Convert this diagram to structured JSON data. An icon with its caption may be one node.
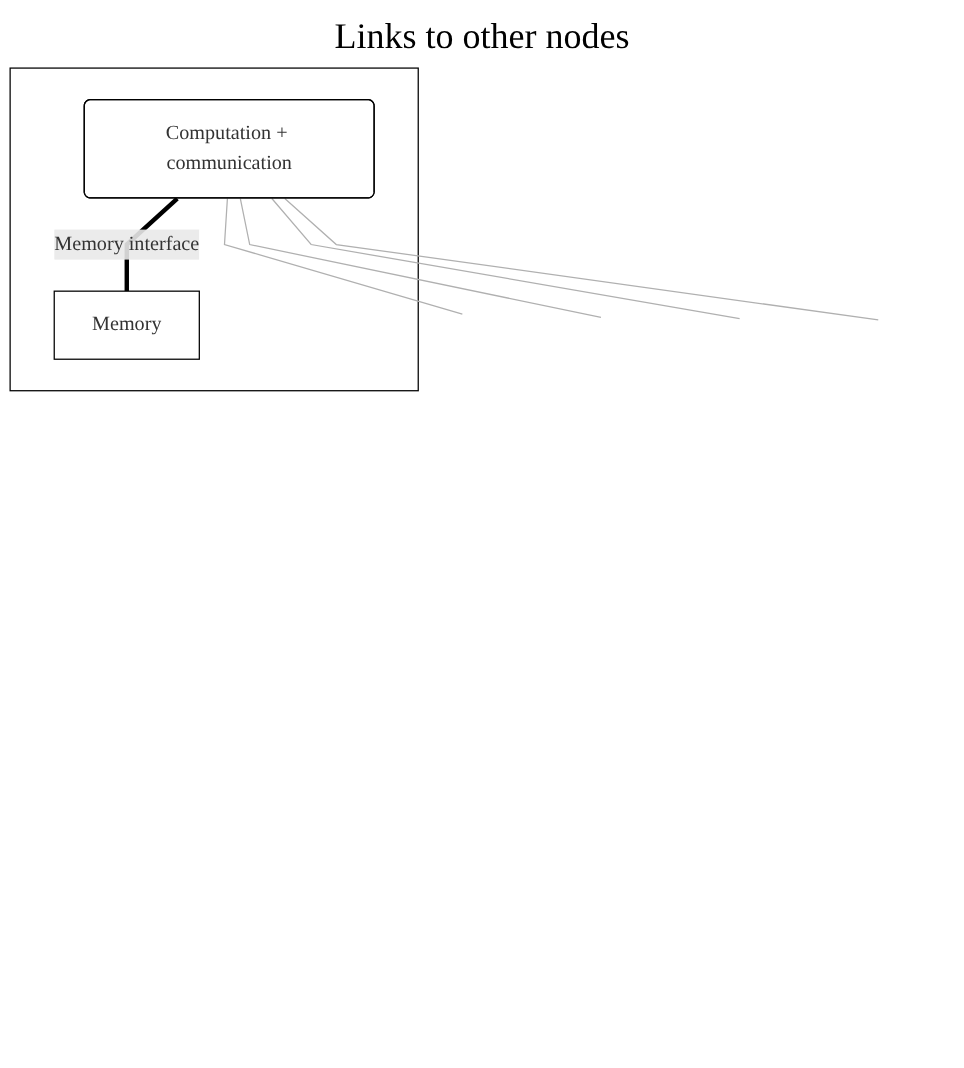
{
  "diagram": {
    "nodes": [
      {
        "text": [],
        "shape": "box"
      },
      {
        "text": [
          "Computation + communication"
        ],
        "in": 0
      },
      {
        "text": [
          "Memory"
        ],
        "in": 0
      }
    ],
    "edges": [
      {
        "from": 1,
        "to": 2,
        "arrow": "none",
        "label": "Memory interface",
        "style": "thick",
        "color": "#000000"
      },
      {
        "from": 1,
        "to": null,
        "arrow": "none",
        "color": "#b0b0b0"
      },
      {
        "from": 1,
        "to": null,
        "arrow": "none",
        "color": "#b0b0b0"
      },
      {
        "from": 1,
        "to": null,
        "arrow": "none",
        "color": "#b0b0b0"
      },
      {
        "from": 1,
        "to": null,
        "arrow": "none",
        "color": "#b0b0b0"
      }
    ],
    "labels": [
      "Links to other nodes"
    ]
  }
}
